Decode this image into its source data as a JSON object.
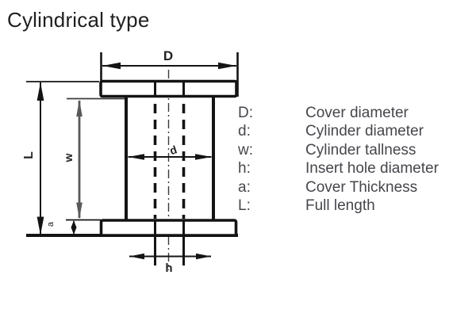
{
  "title": "Cylindrical type",
  "diagram": {
    "name": "cylindrical-type-technical-drawing",
    "labels": {
      "D": "D",
      "d": "d",
      "w": "w",
      "h": "h",
      "a": "a",
      "L": "L"
    }
  },
  "legend": {
    "items": [
      {
        "symbol": "D:",
        "description": "Cover diameter"
      },
      {
        "symbol": "d:",
        "description": "Cylinder diameter"
      },
      {
        "symbol": "w:",
        "description": "Cylinder tallness"
      },
      {
        "symbol": "h:",
        "description": "Insert hole diameter"
      },
      {
        "symbol": "a:",
        "description": "Cover Thickness"
      },
      {
        "symbol": "L:",
        "description": "Full length"
      }
    ]
  },
  "colors": {
    "line": "#141414",
    "dim_gray": "#595959",
    "legend_text": "#46464c",
    "title_text": "#1f1f1f",
    "background": "#ffffff"
  }
}
